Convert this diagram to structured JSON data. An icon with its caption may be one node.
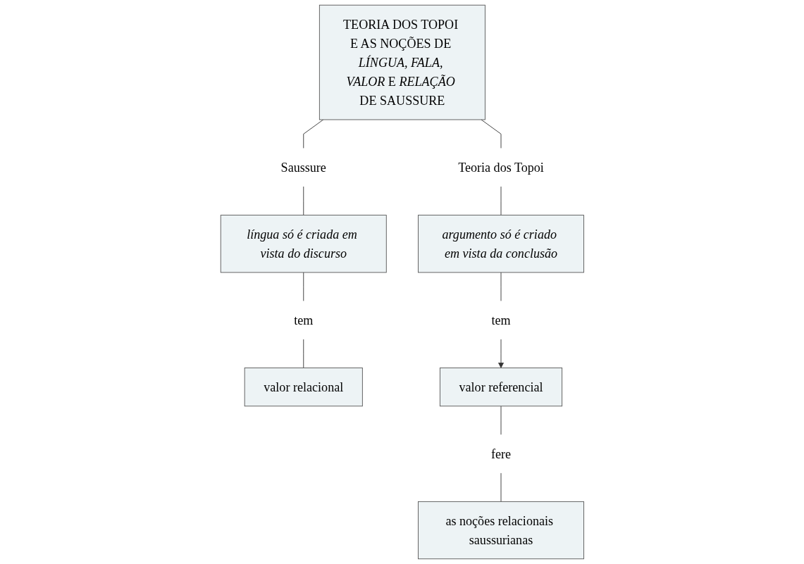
{
  "diagram": {
    "nodes": [
      {
        "text": [
          "TEORIA DOS TOPOI E AS NOÇÕES DE *LÍNGUA, FALA, VALOR* E *RELAÇÃO* DE SAUSSURE"
        ]
      },
      {
        "text": [
          "Saussure"
        ]
      },
      {
        "text": [
          "Teoria dos Topoi"
        ]
      },
      {
        "text": [
          "língua só é criada em vista do discurso"
        ]
      },
      {
        "text": [
          "argumento só é criado em vista da conclusão"
        ]
      },
      {
        "text": [
          "tem"
        ]
      },
      {
        "text": [
          "tem"
        ]
      },
      {
        "text": [
          "valor relacional"
        ]
      },
      {
        "text": [
          "valor referencial"
        ]
      },
      {
        "text": [
          "fere"
        ]
      },
      {
        "text": [
          "as noções relacionais saussurianas"
        ]
      }
    ],
    "edges": [
      {
        "from": 0,
        "to": 1,
        "arrow": "none"
      },
      {
        "from": 0,
        "to": 2,
        "arrow": "none"
      },
      {
        "from": 1,
        "to": 3,
        "arrow": "none"
      },
      {
        "from": 2,
        "to": 4,
        "arrow": "none"
      },
      {
        "from": 3,
        "to": 5,
        "arrow": "none"
      },
      {
        "from": 5,
        "to": 7,
        "arrow": "none"
      },
      {
        "from": 4,
        "to": 6,
        "arrow": "none"
      },
      {
        "from": 6,
        "to": 8,
        "arrow": "to"
      },
      {
        "from": 8,
        "to": 9,
        "arrow": "none"
      },
      {
        "from": 9,
        "to": 10,
        "arrow": "none"
      }
    ]
  }
}
